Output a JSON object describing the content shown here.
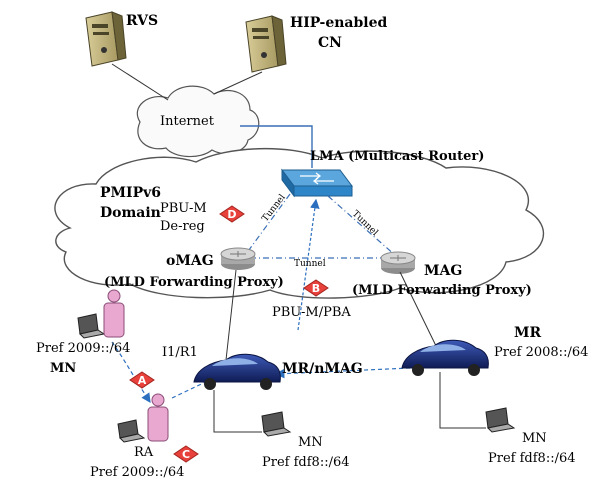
{
  "nodes": {
    "rvs": "RVS",
    "hip_cn_line1": "HIP-enabled",
    "hip_cn_line2": "CN",
    "internet": "Internet",
    "lma": "LMA (Multicast Router)",
    "pmip_domain_line1": "PMIPv6",
    "pmip_domain_line2": "Domain",
    "omag_line1": "oMAG",
    "omag_line2": "(MLD Forwarding Proxy)",
    "mag_line1": "MAG",
    "mag_line2": "(MLD Forwarding Proxy)",
    "mr_nmag": "MR/nMAG",
    "mr": "MR",
    "mn_left": "MN",
    "mn_mid": "MN",
    "mn_right": "MN",
    "ra": "RA"
  },
  "prefixes": {
    "mn_left": "Pref 2009::/64",
    "ra": "Pref 2009::/64",
    "mr": "Pref 2008::/64",
    "mn_mid": "Pref fdf8::/64",
    "mn_right": "Pref fdf8::/64"
  },
  "messages": {
    "pbu_m": "PBU-M",
    "de_reg": "De-reg",
    "pbu_m_pba": "PBU-M/PBA",
    "i1_r1": "I1/R1"
  },
  "tunnels": {
    "left": "Tunnel",
    "middle": "Tunnel",
    "right": "Tunnel"
  },
  "steps": {
    "a": "A",
    "b": "B",
    "c": "C",
    "d": "D"
  },
  "colors": {
    "badge": "#e8403a",
    "switch": "#2e86c9",
    "car": "#1c2f7a",
    "person": "#e9a8d0",
    "dashed_arrow": "#2c6fbf"
  }
}
